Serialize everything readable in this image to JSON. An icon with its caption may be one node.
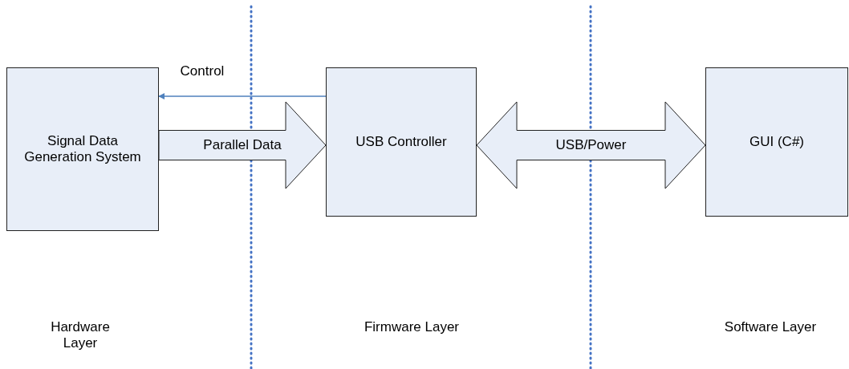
{
  "diagram": {
    "nodes": [
      {
        "text": [
          "Signal Data Generation System"
        ]
      },
      {
        "text": [
          "USB Controller"
        ]
      },
      {
        "text": [
          "GUI (C#)"
        ]
      }
    ],
    "edges": [
      {
        "from": 1,
        "to": 0,
        "arrow": "to",
        "label": "Control",
        "color": "#4f81bd"
      },
      {
        "from": 0,
        "to": 1,
        "arrow": "to",
        "label": "Parallel Data",
        "style": "thick"
      },
      {
        "from": 1,
        "to": 2,
        "arrow": "both",
        "label": "USB/Power",
        "style": "thick"
      }
    ],
    "labels": [
      "Hardware Layer",
      "Firmware Layer",
      "Software Layer"
    ]
  }
}
